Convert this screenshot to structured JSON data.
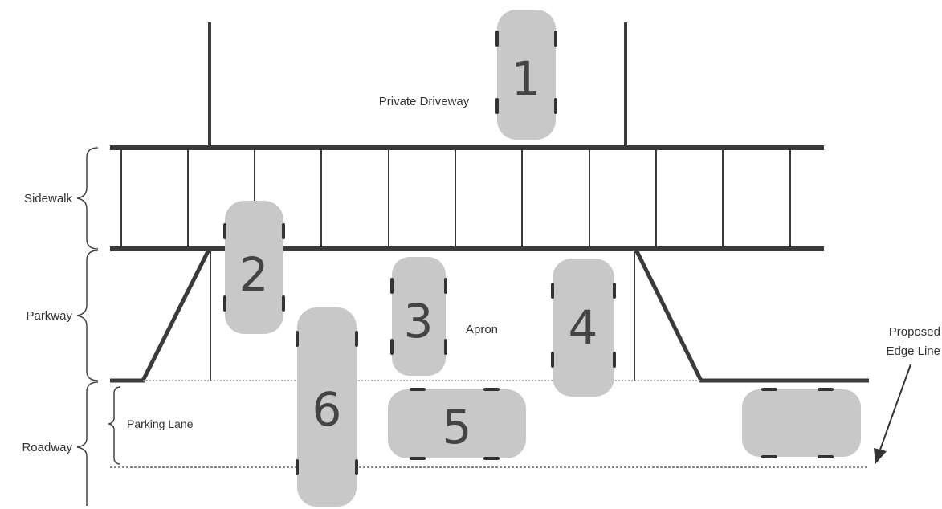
{
  "labels": {
    "private_driveway": "Private Driveway",
    "apron": "Apron",
    "parking_lane": "Parking Lane",
    "proposed_edge_line_1": "Proposed",
    "proposed_edge_line_2": "Edge Line"
  },
  "zones": {
    "sidewalk": "Sidewalk",
    "parkway": "Parkway",
    "roadway": "Roadway"
  },
  "cars": {
    "c1": "1",
    "c2": "2",
    "c3": "3",
    "c4": "4",
    "c5": "5",
    "c6": "6"
  },
  "colors": {
    "line": "#3a3a3a",
    "car_fill": "#c8c8c8",
    "wheel": "#333333"
  }
}
